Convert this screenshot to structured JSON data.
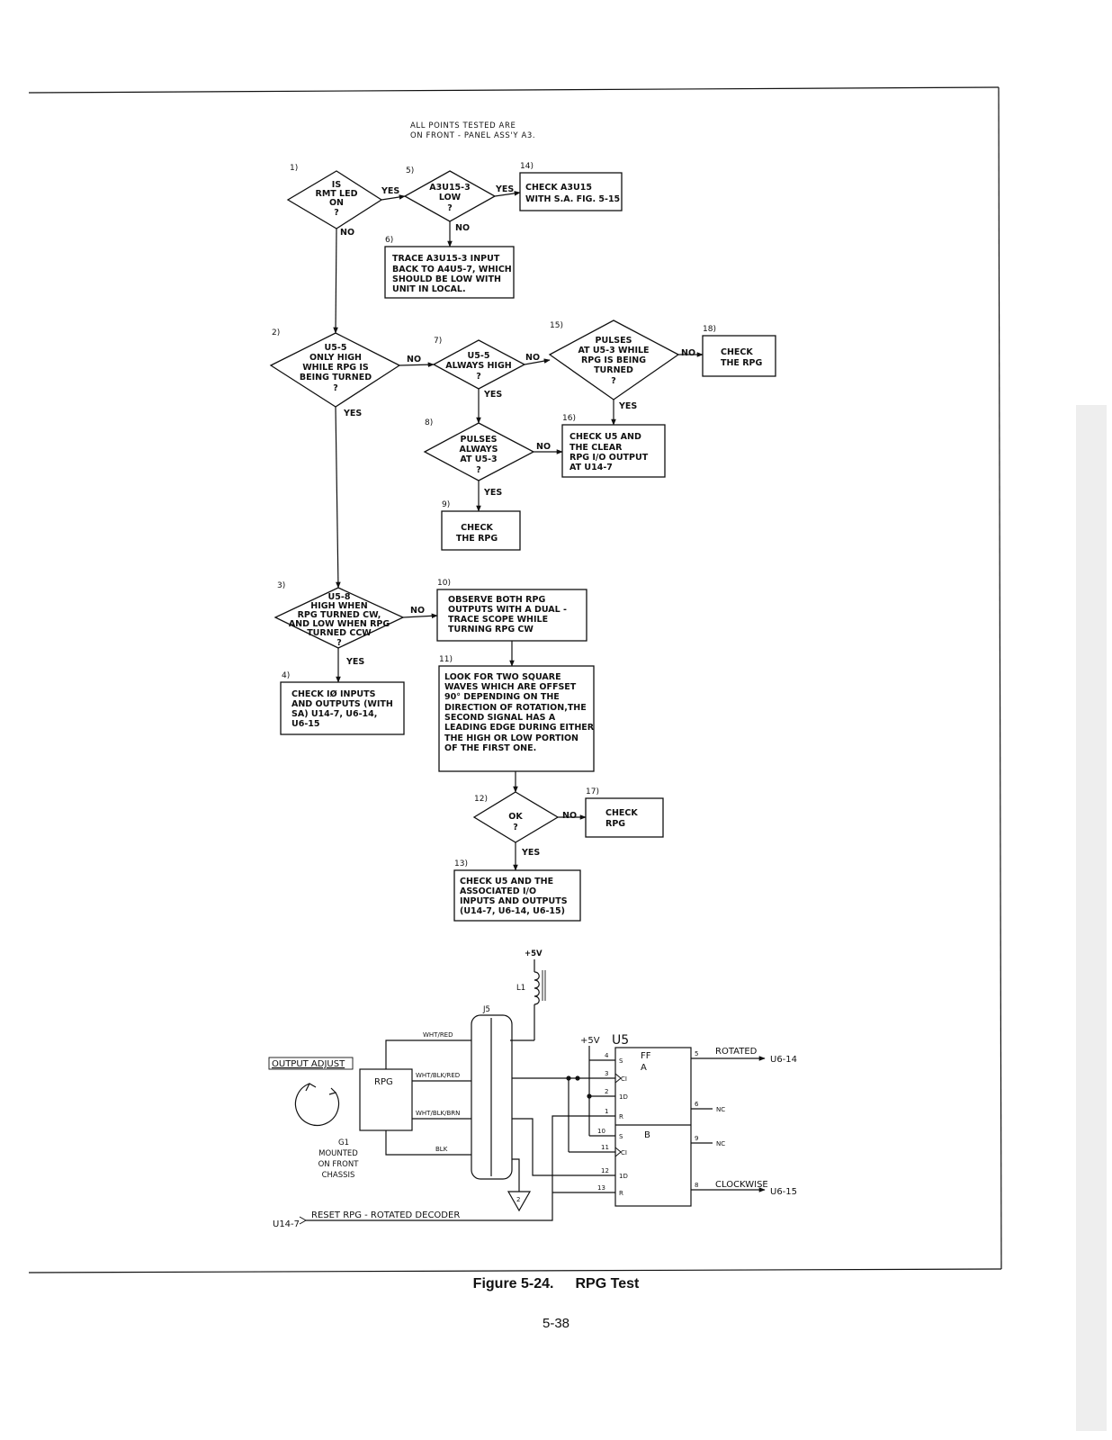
{
  "note": [
    "ALL POINTS TESTED ARE",
    "ON FRONT - PANEL ASS'Y A3."
  ],
  "nodes": [
    {
      "id": "1",
      "lines": [
        "IS",
        "RMT LED",
        "ON",
        "?"
      ]
    },
    {
      "id": "2",
      "lines": [
        "U5-5",
        "ONLY HIGH",
        "WHILE RPG IS",
        "BEING TURNED",
        "?"
      ]
    },
    {
      "id": "3",
      "lines": [
        "U5-8",
        "HIGH WHEN",
        "RPG TURNED CW,",
        "AND LOW WHEN RPG",
        "TURNED CCW",
        "?"
      ]
    },
    {
      "id": "4",
      "lines": [
        "CHECK IØ INPUTS",
        "AND OUTPUTS (WITH",
        "SA) U14-7, U6-14,",
        "U6-15"
      ]
    },
    {
      "id": "5",
      "lines": [
        "A3U15-3",
        "LOW",
        "?"
      ]
    },
    {
      "id": "6",
      "lines": [
        "TRACE A3U15-3 INPUT",
        "BACK TO A4U5-7, WHICH",
        "SHOULD BE LOW WITH",
        "UNIT IN LOCAL."
      ]
    },
    {
      "id": "7",
      "lines": [
        "U5-5",
        "ALWAYS HIGH",
        "?"
      ]
    },
    {
      "id": "8",
      "lines": [
        "PULSES",
        "ALWAYS",
        "AT U5-3",
        "?"
      ]
    },
    {
      "id": "9",
      "lines": [
        "CHECK",
        "THE RPG"
      ]
    },
    {
      "id": "10",
      "lines": [
        "OBSERVE BOTH RPG",
        "OUTPUTS WITH A DUAL -",
        "TRACE SCOPE WHILE",
        "TURNING RPG CW"
      ]
    },
    {
      "id": "11",
      "lines": [
        "LOOK FOR TWO SQUARE",
        "WAVES WHICH ARE OFFSET",
        "90° DEPENDING ON THE",
        "DIRECTION OF ROTATION,THE",
        "SECOND SIGNAL HAS A",
        "LEADING EDGE DURING EITHER",
        "THE HIGH OR LOW PORTION",
        "OF THE FIRST ONE."
      ]
    },
    {
      "id": "12",
      "lines": [
        "OK",
        "?"
      ]
    },
    {
      "id": "13",
      "lines": [
        "CHECK U5 AND THE",
        "ASSOCIATED I/O",
        "INPUTS AND OUTPUTS",
        "(U14-7, U6-14, U6-15)"
      ]
    },
    {
      "id": "14",
      "lines": [
        "CHECK A3U15",
        "WITH S.A. FIG. 5-15"
      ]
    },
    {
      "id": "15",
      "lines": [
        "PULSES",
        "AT U5-3 WHILE",
        "RPG IS BEING",
        "TURNED",
        "?"
      ]
    },
    {
      "id": "16",
      "lines": [
        "CHECK U5 AND",
        "THE CLEAR",
        "RPG I/O OUTPUT",
        "AT U14-7"
      ]
    },
    {
      "id": "17",
      "lines": [
        "CHECK",
        "RPG"
      ]
    },
    {
      "id": "18",
      "lines": [
        "CHECK",
        "THE RPG"
      ]
    }
  ],
  "step_numbers": [
    "1)",
    "2)",
    "3)",
    "4)",
    "5)",
    "6)",
    "7)",
    "8)",
    "9)",
    "10)",
    "11)",
    "12)",
    "13)",
    "14)",
    "15)",
    "16)",
    "17)",
    "18)"
  ],
  "flow_labels": {
    "yes": "YES",
    "no": "NO"
  },
  "schematic": {
    "supply": "+5V",
    "supply2": "+5V",
    "inductor": "L1",
    "connector": "J5",
    "chip": "U5",
    "ff": "FF",
    "ff_a": "A",
    "ff_b": "B",
    "output_adjust": "OUTPUT ADJUST",
    "rpg": "RPG",
    "mount": [
      "G1",
      "MOUNTED",
      "ON FRONT",
      "CHASSIS"
    ],
    "wires": [
      "WHT/RED",
      "WHT/BLK/RED",
      "WHT/BLK/BRN",
      "BLK"
    ],
    "pins_a": [
      "S",
      "CI",
      "1D",
      "R"
    ],
    "pins_b": [
      "S",
      "CI",
      "1D",
      "R"
    ],
    "pin_nums": [
      "4",
      "3",
      "2",
      "1",
      "10",
      "11",
      "12",
      "13",
      "5",
      "6",
      "9",
      "8"
    ],
    "outputs": {
      "rotated": "ROTATED",
      "rotated_dest": "U6-14",
      "nc1": "NC",
      "nc2": "NC",
      "clockwise": "CLOCKWISE",
      "clockwise_dest": "U6-15"
    },
    "reset_source": "U14-7",
    "reset_label": "RESET RPG - ROTATED DECODER",
    "ground": "2"
  },
  "caption": {
    "figure": "Figure 5-24.",
    "title": "RPG Test"
  },
  "page_number": "5-38"
}
